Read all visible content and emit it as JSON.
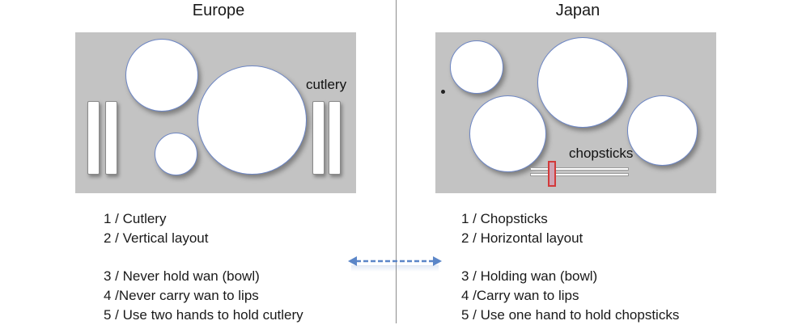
{
  "left": {
    "title": "Europe",
    "table_label": "cutlery",
    "items": [
      "1 / Cutlery",
      "2 / Vertical layout",
      "3 / Never hold wan (bowl)",
      "4 /Never carry wan to lips",
      "5 / Use two hands to hold cutlery"
    ]
  },
  "right": {
    "title": "Japan",
    "table_label": "chopsticks",
    "items": [
      "1 / Chopsticks",
      "2 / Horizontal layout",
      "3 / Holding wan (bowl)",
      "4 /Carry wan to lips",
      "5 / Use one hand to hold chopsticks"
    ]
  },
  "colors": {
    "table": "#c3c3c3",
    "plate_outline": "#6d86c4",
    "chopstick_rest": "#d23a3a",
    "arrow": "#5b86c8"
  }
}
